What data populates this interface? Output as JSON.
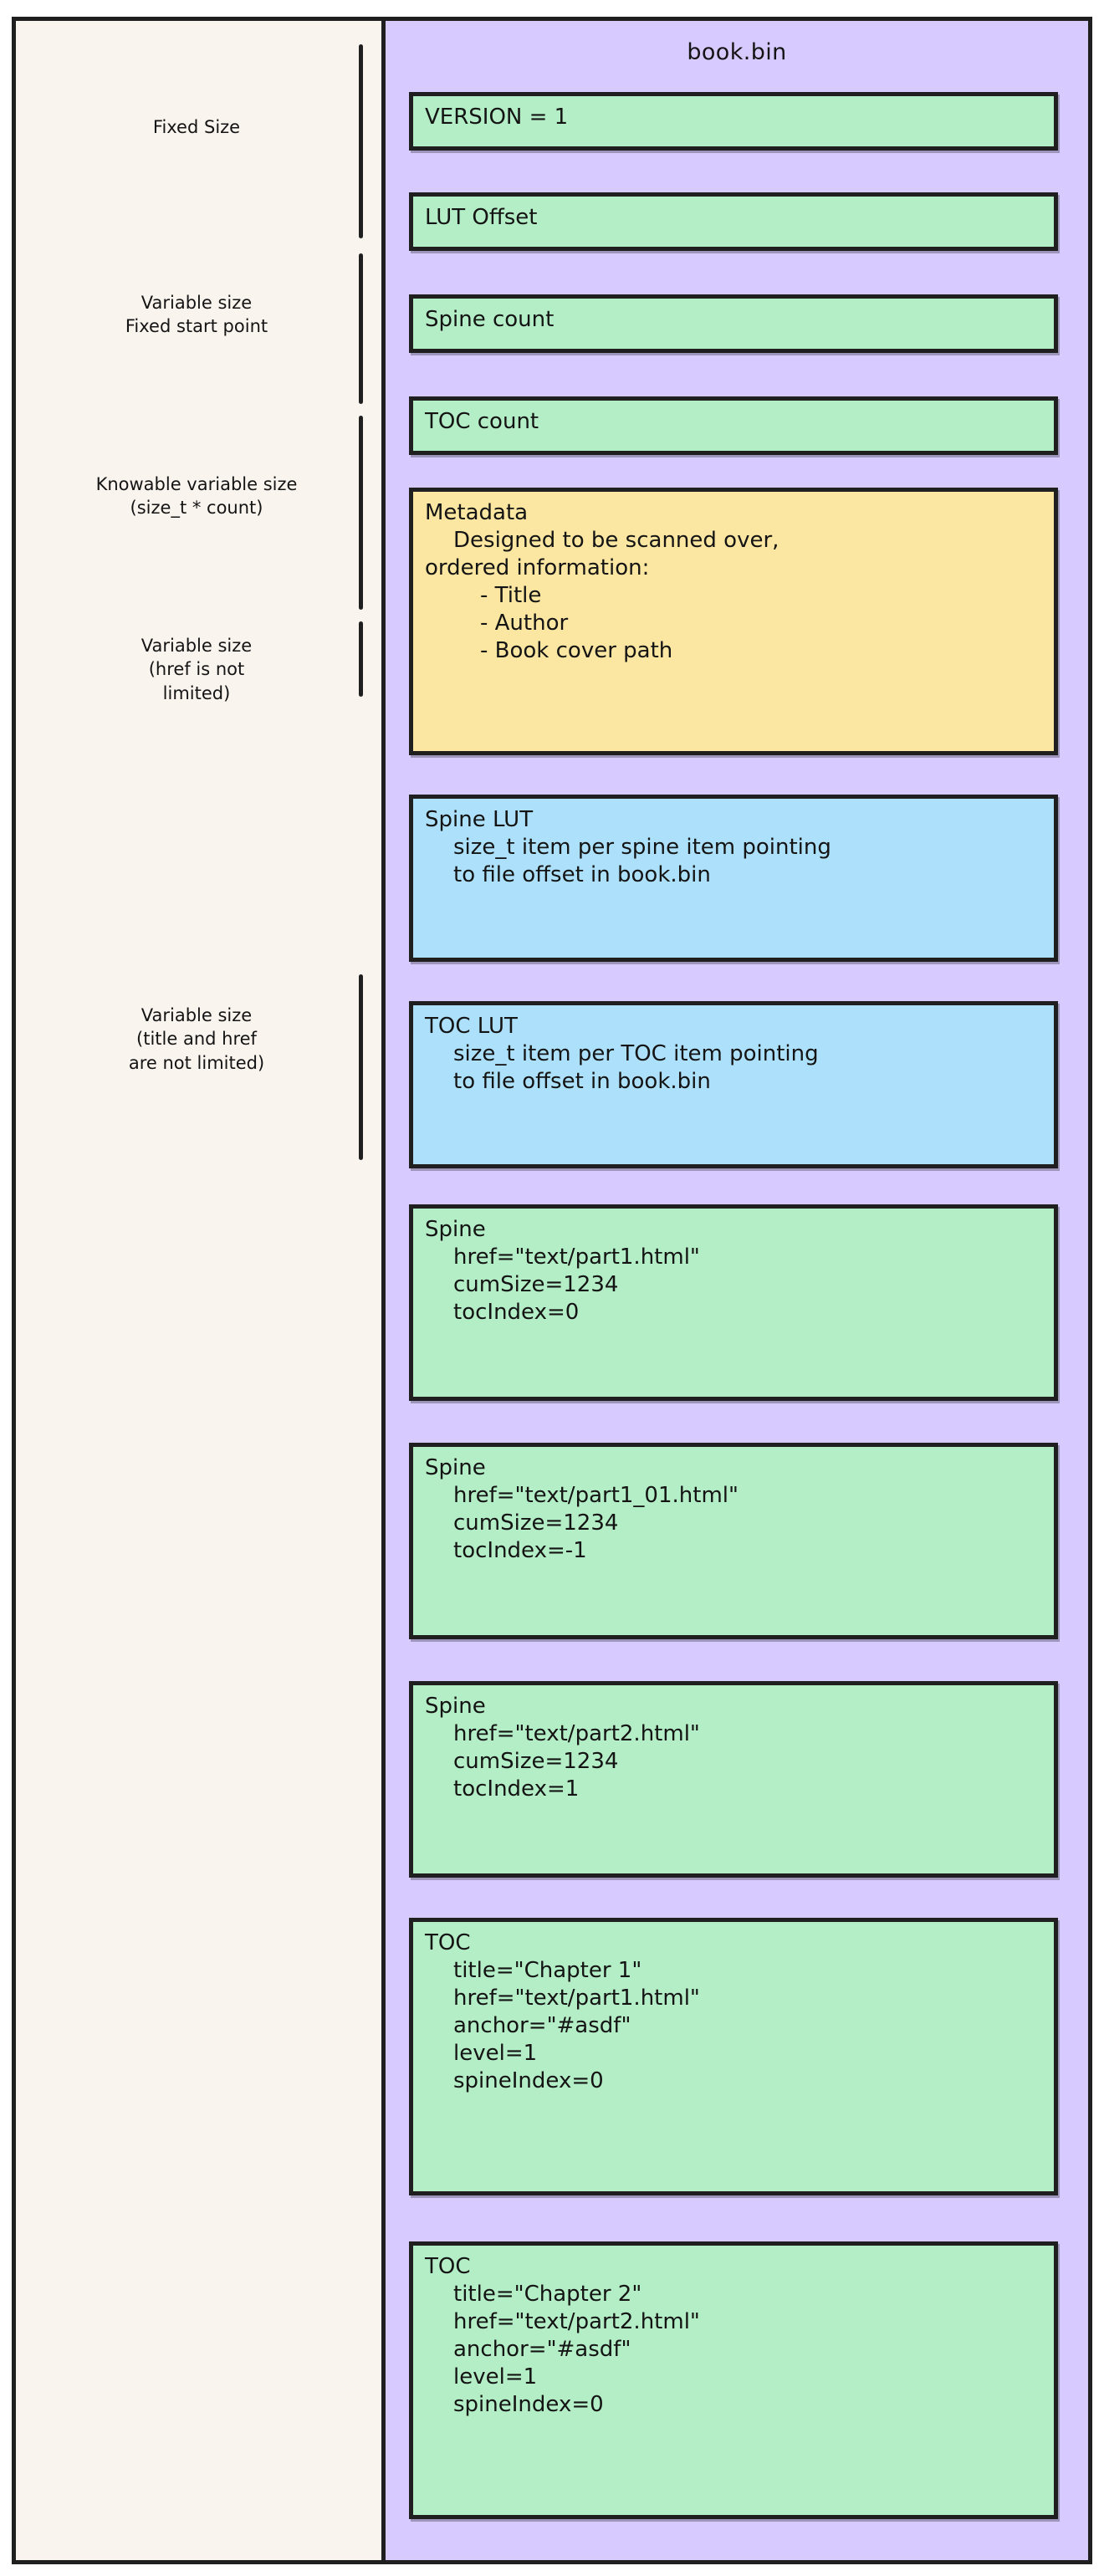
{
  "diagram": {
    "title": "book.bin",
    "colors": {
      "page_background": "#ffffff",
      "left_panel": "#faf4ef",
      "right_panel": "#d7caff",
      "green_box": "#b4eec6",
      "yellow_box": "#fbe6a2",
      "blue_box": "#ade1fb",
      "stroke": "#1f1f1f"
    },
    "left_labels": [
      {
        "id": "fixed-size",
        "lines": [
          "Fixed Size"
        ]
      },
      {
        "id": "variable-fixed-start",
        "lines": [
          "Variable size",
          "Fixed start point"
        ]
      },
      {
        "id": "knowable-variable",
        "lines": [
          "Knowable variable size",
          "(size_t * count)"
        ]
      },
      {
        "id": "variable-href",
        "lines": [
          "Variable size",
          "(href is not",
          "limited)"
        ]
      },
      {
        "id": "variable-title-href",
        "lines": [
          "Variable size",
          "(title and href",
          "are not limited)"
        ]
      }
    ],
    "blocks": [
      {
        "id": "version",
        "color": "green",
        "title": "VERSION = 1",
        "lines": []
      },
      {
        "id": "lut-offset",
        "color": "green",
        "title": "LUT Offset",
        "lines": []
      },
      {
        "id": "spine-count",
        "color": "green",
        "title": "Spine count",
        "lines": []
      },
      {
        "id": "toc-count",
        "color": "green",
        "title": "TOC count",
        "lines": []
      },
      {
        "id": "metadata",
        "color": "yellow",
        "title": "Metadata",
        "lines": [
          "Designed to be scanned over,",
          "ordered information:"
        ],
        "bullets": [
          "- Title",
          "- Author",
          "- Book cover path"
        ]
      },
      {
        "id": "spine-lut",
        "color": "blue",
        "title": "Spine LUT",
        "lines": [
          "size_t item per spine item pointing",
          "to file offset in book.bin"
        ]
      },
      {
        "id": "toc-lut",
        "color": "blue",
        "title": "TOC LUT",
        "lines": [
          "size_t item per TOC item pointing",
          "to file offset in book.bin"
        ]
      },
      {
        "id": "spine-1",
        "color": "green",
        "title": "Spine",
        "lines": [
          "href=\"text/part1.html\"",
          "cumSize=1234",
          "tocIndex=0"
        ]
      },
      {
        "id": "spine-2",
        "color": "green",
        "title": "Spine",
        "lines": [
          "href=\"text/part1_01.html\"",
          "cumSize=1234",
          "tocIndex=-1"
        ]
      },
      {
        "id": "spine-3",
        "color": "green",
        "title": "Spine",
        "lines": [
          "href=\"text/part2.html\"",
          "cumSize=1234",
          "tocIndex=1"
        ]
      },
      {
        "id": "toc-1",
        "color": "green",
        "title": "TOC",
        "lines": [
          "title=\"Chapter 1\"",
          "href=\"text/part1.html\"",
          "anchor=\"#asdf\"",
          "level=1",
          "spineIndex=0"
        ]
      },
      {
        "id": "toc-2",
        "color": "green",
        "title": "TOC",
        "lines": [
          "title=\"Chapter 2\"",
          "href=\"text/part2.html\"",
          "anchor=\"#asdf\"",
          "level=1",
          "spineIndex=0"
        ]
      }
    ]
  }
}
